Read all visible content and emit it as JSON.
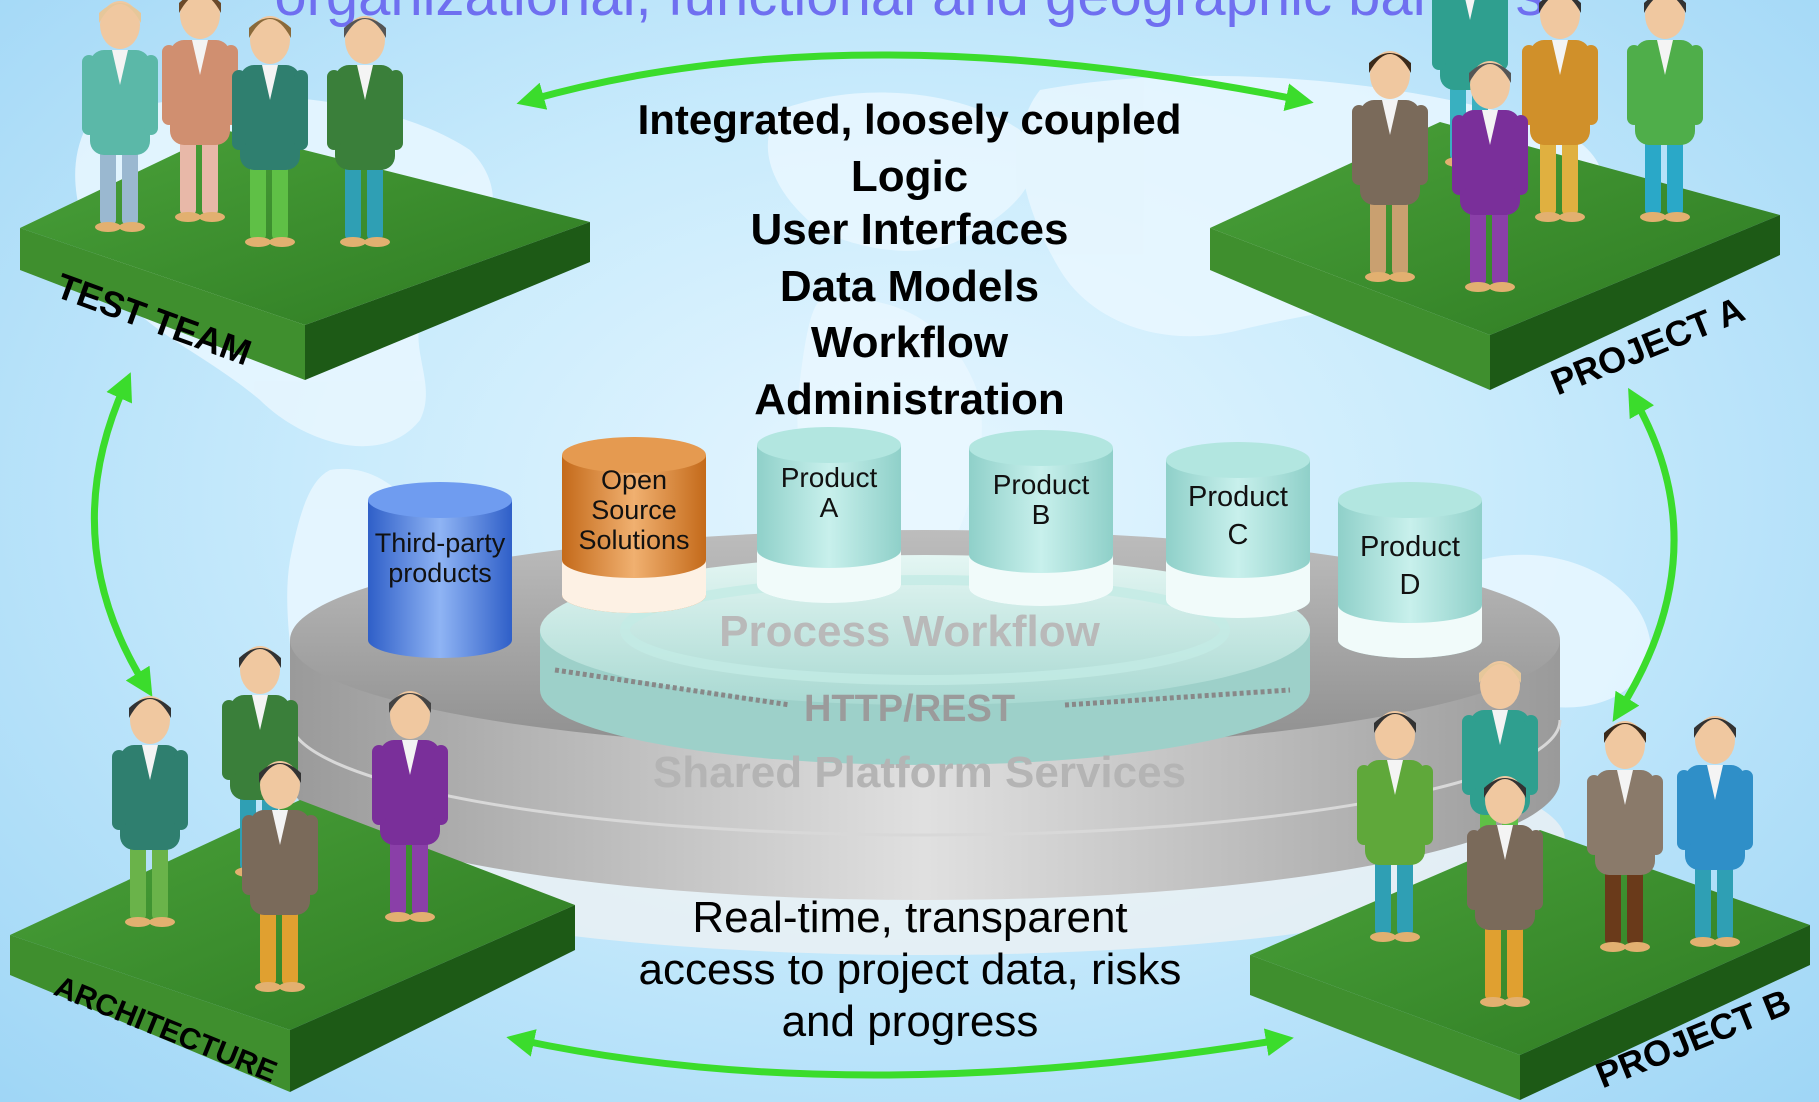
{
  "title": "organizational, functional and geographic barriers",
  "integration": {
    "lines": [
      "Integrated, loosely coupled",
      "Logic",
      "User Interfaces",
      "Data Models",
      "Workflow",
      "Administration"
    ]
  },
  "platform": {
    "process_workflow": "Process Workflow",
    "http_rest": "HTTP/REST",
    "shared_services": "Shared Platform Services"
  },
  "cylinders": {
    "third_party": [
      "Third-party",
      "products"
    ],
    "open_source": [
      "Open",
      "Source",
      "Solutions"
    ],
    "product_a": [
      "Product",
      "A"
    ],
    "product_b": [
      "Product",
      "B"
    ],
    "product_c": [
      "Product",
      "C"
    ],
    "product_d": [
      "Product",
      "D"
    ]
  },
  "teams": {
    "test_team": "TEST TEAM",
    "project_a": "PROJECT A",
    "architecture": "ARCHITECTURE",
    "project_b": "PROJECT B"
  },
  "bottom_text": [
    "Real-time, transparent",
    "access to project data, risks",
    "and progress"
  ],
  "colors": {
    "arrow": "#3bdc2c",
    "platform_green_top": "#3a8f2a",
    "title": "#6f6ff0",
    "cyl_teal": "#9fdcd6",
    "cyl_orange": "#d9822b",
    "cyl_blue": "#4a7fe0"
  }
}
